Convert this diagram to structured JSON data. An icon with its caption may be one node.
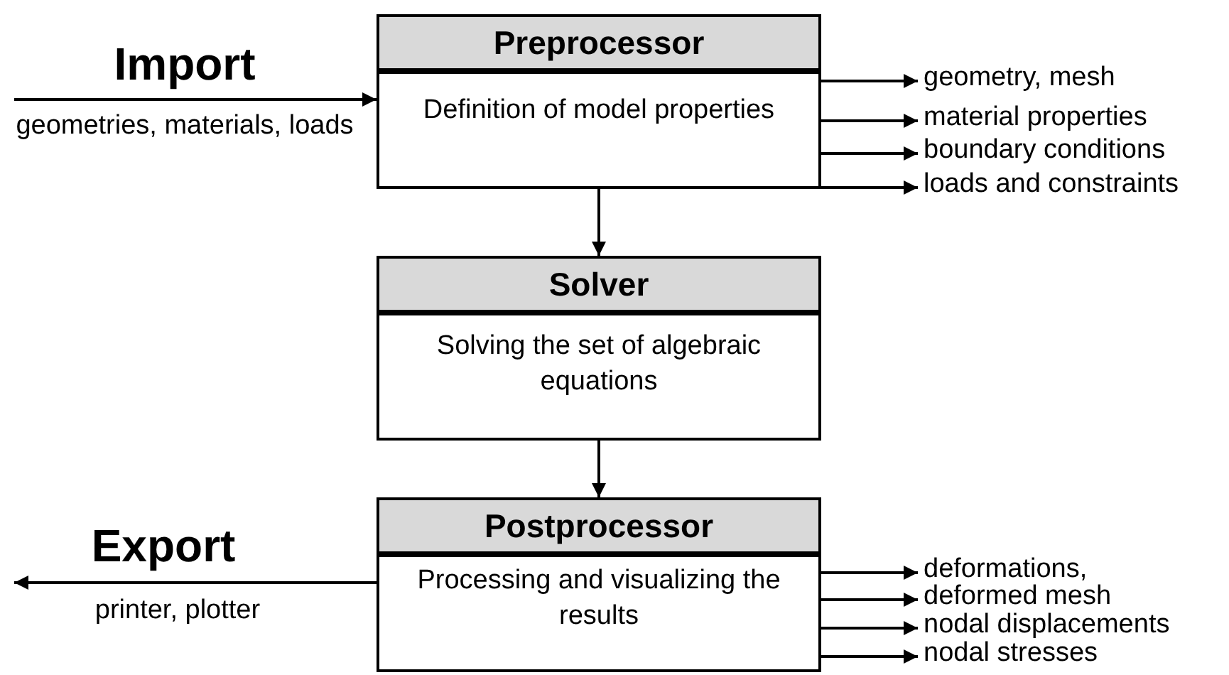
{
  "diagram": {
    "nodes": [
      {
        "text": [
          "Preprocessor",
          "Definition of model properties"
        ]
      },
      {
        "text": [
          "Solver",
          "Solving the set of algebraic equations"
        ]
      },
      {
        "text": [
          "Postprocessor",
          "Processing and visualizing the results"
        ]
      },
      {
        "text": [
          "geometry, mesh"
        ]
      },
      {
        "text": [
          "material properties"
        ]
      },
      {
        "text": [
          "boundary conditions"
        ]
      },
      {
        "text": [
          "loads and constraints"
        ]
      },
      {
        "text": [
          "deformations,"
        ]
      },
      {
        "text": [
          "deformed mesh"
        ]
      },
      {
        "text": [
          "nodal displacements"
        ]
      },
      {
        "text": [
          "nodal stresses"
        ]
      }
    ],
    "edges": [
      {
        "from": null,
        "to": 0,
        "arrow": "to"
      },
      {
        "from": 0,
        "to": 3,
        "arrow": "to"
      },
      {
        "from": 0,
        "to": 4,
        "arrow": "to"
      },
      {
        "from": 0,
        "to": 5,
        "arrow": "to"
      },
      {
        "from": 0,
        "to": 6,
        "arrow": "to"
      },
      {
        "from": 0,
        "to": 1,
        "arrow": "to"
      },
      {
        "from": 1,
        "to": 2,
        "arrow": "to"
      },
      {
        "from": 2,
        "to": null,
        "arrow": "to"
      },
      {
        "from": 2,
        "to": 7,
        "arrow": "to"
      },
      {
        "from": 2,
        "to": 8,
        "arrow": "to"
      },
      {
        "from": 2,
        "to": 9,
        "arrow": "to"
      },
      {
        "from": 2,
        "to": 10,
        "arrow": "to"
      }
    ],
    "labels": [
      "Import",
      "geometries, materials, loads",
      "Export",
      "printer, plotter"
    ]
  }
}
